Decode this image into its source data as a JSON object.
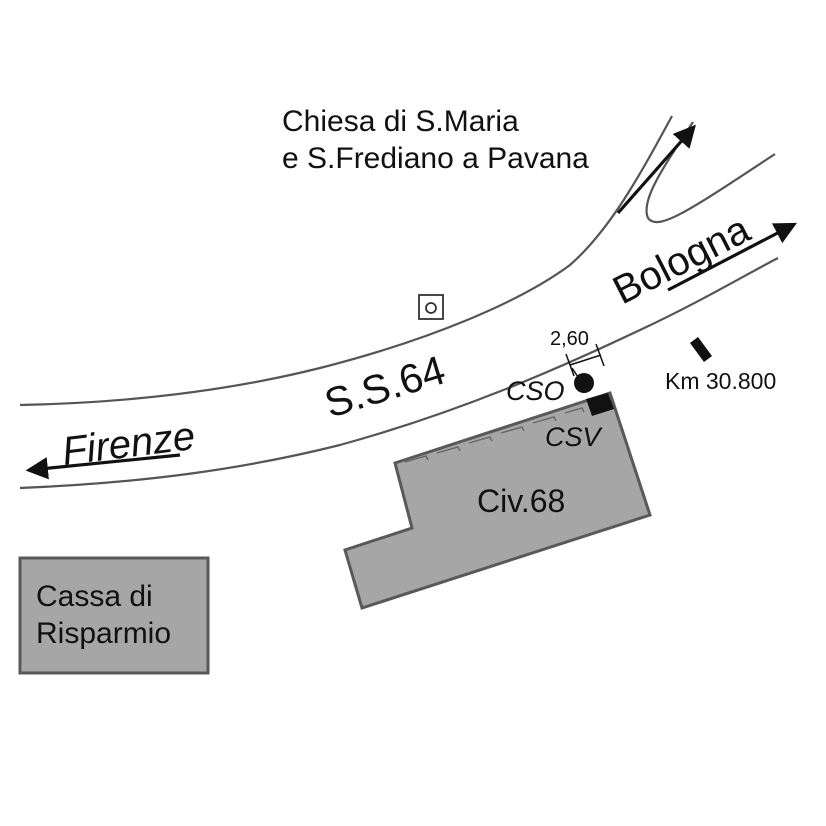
{
  "map": {
    "church_label_line1": "Chiesa di S.Maria",
    "church_label_line2": "e S.Frediano a Pavana",
    "road_name": "S.S.64",
    "direction_west": "Firenze",
    "direction_east": "Bologna",
    "distance_label": "2,60",
    "point_cso": "CSO",
    "point_csv": "CSV",
    "building_label": "Civ.68",
    "bank_label_line1": "Cassa di",
    "bank_label_line2": "Risparmio",
    "kilometer_label": "Km 30.800"
  },
  "colors": {
    "building_fill": "#a6a6a6",
    "building_stroke": "#595959",
    "road_stroke": "#555555",
    "ink": "#111111"
  },
  "icons": {
    "church": "church-icon",
    "cso_marker": "point-marker-icon",
    "csv_marker": "square-marker-icon",
    "km_marker": "kilometer-post-icon"
  }
}
